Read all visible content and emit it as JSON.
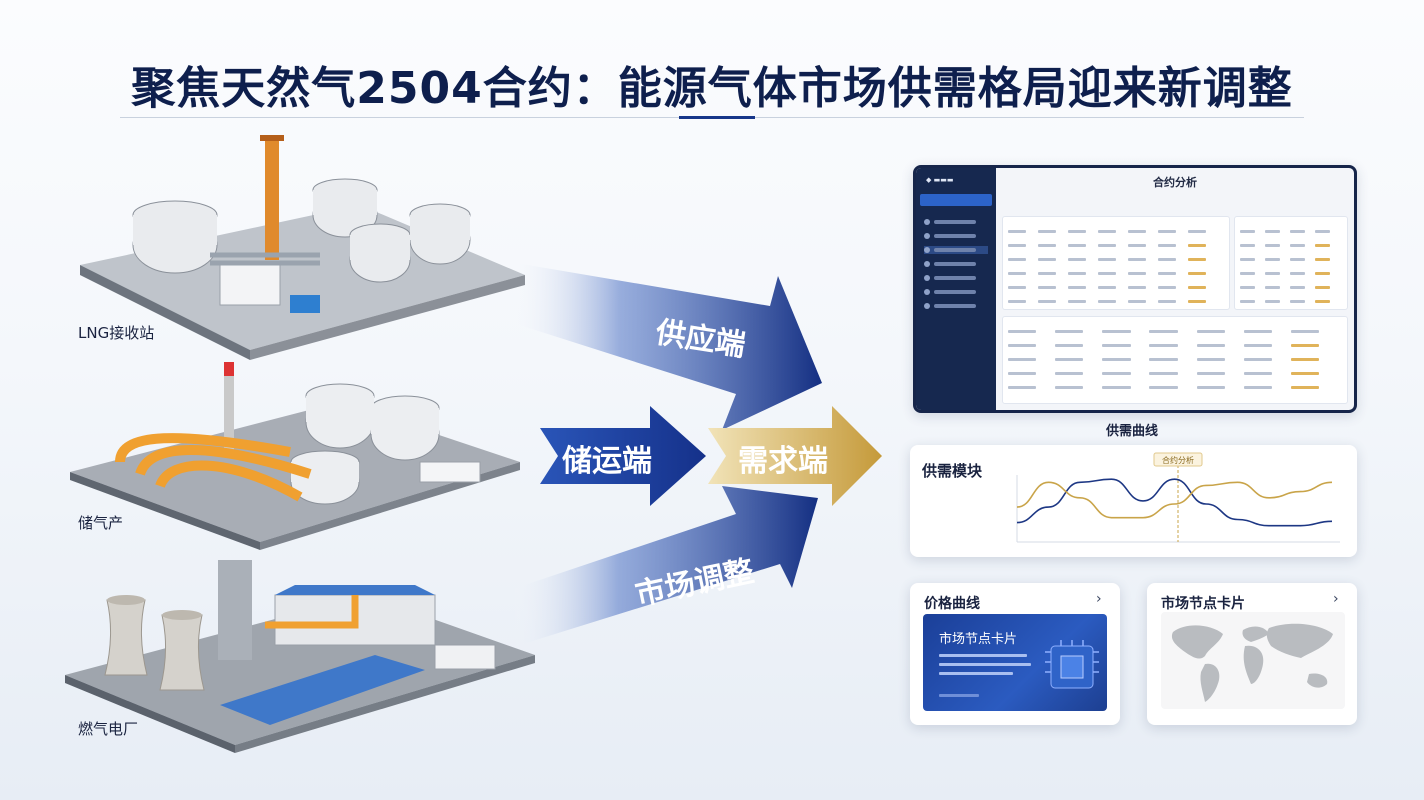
{
  "page": {
    "title": "聚焦天然气2504合约：能源气体市场供需格局迎来新调整"
  },
  "facilities": [
    {
      "label": "LNG接收站"
    },
    {
      "label": "储气产"
    },
    {
      "label": "燃气电厂"
    }
  ],
  "flows": {
    "supply": "供应端",
    "storage": "储运端",
    "demand": "需求端",
    "market": "市场调整"
  },
  "dashboard": {
    "title": "合约分析",
    "caption": "供需曲线"
  },
  "supply_demand_panel": {
    "title": "供需模块",
    "marker": "合约分析"
  },
  "price_panel": {
    "title": "价格曲线",
    "card_title": "市场节点卡片"
  },
  "map_panel": {
    "title": "市场节点卡片"
  },
  "icons": {
    "chevron": "chevron-right-icon"
  },
  "colors": {
    "brand_navy": "#17368a",
    "gold": "#c9a449",
    "chart_navy": "#1d3784",
    "chart_gold": "#c9a449"
  },
  "chart_data": {
    "type": "line",
    "series": [
      {
        "values": [
          0.2,
          0.45,
          0.85,
          0.9,
          0.55,
          0.9,
          0.5,
          0.25,
          0.15,
          0.15,
          0.22
        ]
      },
      {
        "values": [
          0.45,
          0.85,
          0.6,
          0.28,
          0.28,
          0.5,
          0.8,
          0.85,
          0.6,
          0.7,
          0.85
        ]
      }
    ],
    "grid": false,
    "legend": "none"
  }
}
